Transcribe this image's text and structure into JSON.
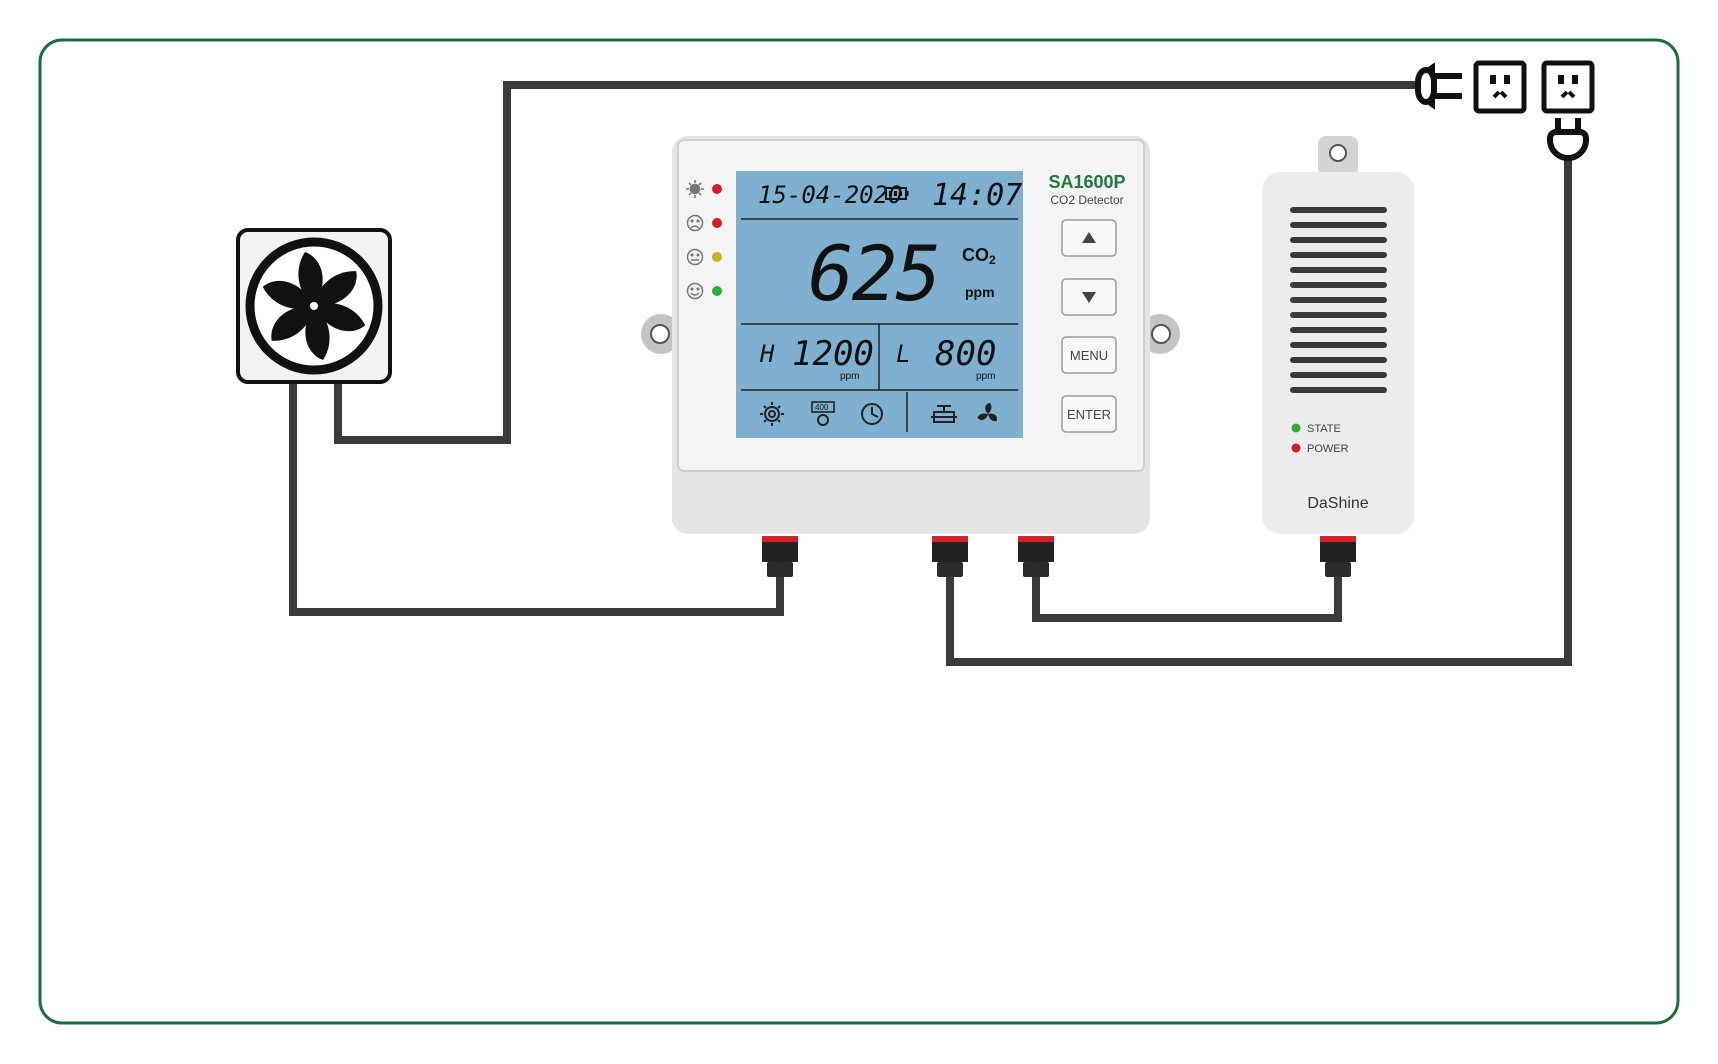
{
  "colors": {
    "frame": "#1e6b42",
    "wire": "#3a3a3a",
    "lcd_bg": "#7fb0cf",
    "brand_green": "#1e7a3c",
    "led_red": "#d21f26",
    "led_yellow": "#c8b420",
    "led_green": "#2eaa3a",
    "connector_red": "#d6232a"
  },
  "icons": [
    "fan-icon",
    "plug-icon",
    "socket-icon",
    "sun-icon",
    "sad-face-icon",
    "neutral-face-icon",
    "happy-face-icon",
    "gear-icon",
    "calibrate-icon",
    "clock-icon",
    "valve-icon",
    "fan-small-icon",
    "battery-icon",
    "up-arrow-icon",
    "down-arrow-icon"
  ],
  "detector": {
    "model": "SA1600P",
    "subtitle": "CO2 Detector",
    "date": "15-04-2020",
    "time": "14:07",
    "reading": "625",
    "gas": "CO",
    "gas_sub": "2",
    "unit": "ppm",
    "high_prefix": "H",
    "high_value": "1200",
    "high_unit": "ppm",
    "low_prefix": "L",
    "low_value": "800",
    "low_unit": "ppm",
    "calibrate_label": "400",
    "buttons": {
      "menu": "MENU",
      "enter": "ENTER"
    }
  },
  "controller": {
    "brand": "DaShine",
    "state_label": "STATE",
    "power_label": "POWER"
  }
}
